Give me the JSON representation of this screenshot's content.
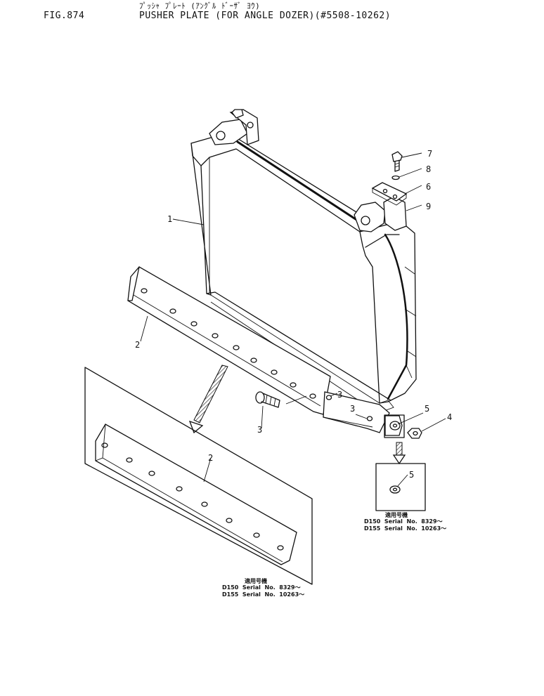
{
  "header": {
    "fig_number": "FIG.874",
    "title_kana": "ﾌﾟｯｼｬ ﾌﾟﾚｰﾄ (ｱﾝｸﾞﾙ ﾄﾞｰｻﾞ ﾖｳ)",
    "title": "PUSHER PLATE (FOR ANGLE DOZER)(#5508-10262)"
  },
  "callouts": {
    "c1": "1",
    "c2_upper": "2",
    "c2_lower": "2",
    "c3_bolt": "3",
    "c3_hole_a": "3",
    "c3_hole_b": "3",
    "c4": "4",
    "c5_upper": "5",
    "c5_lower": "5",
    "c6": "6",
    "c7": "7",
    "c8": "8",
    "c9": "9"
  },
  "notes": {
    "right": {
      "heading": "適用号機",
      "line1": "D150  Serial  No.  8329～",
      "line2": "D155  Serial  No.  10263～"
    },
    "bottom": {
      "heading": "適用号機",
      "line1": "D150  Serial  No.  8329～",
      "line2": "D155  Serial  No.  10263～"
    }
  }
}
